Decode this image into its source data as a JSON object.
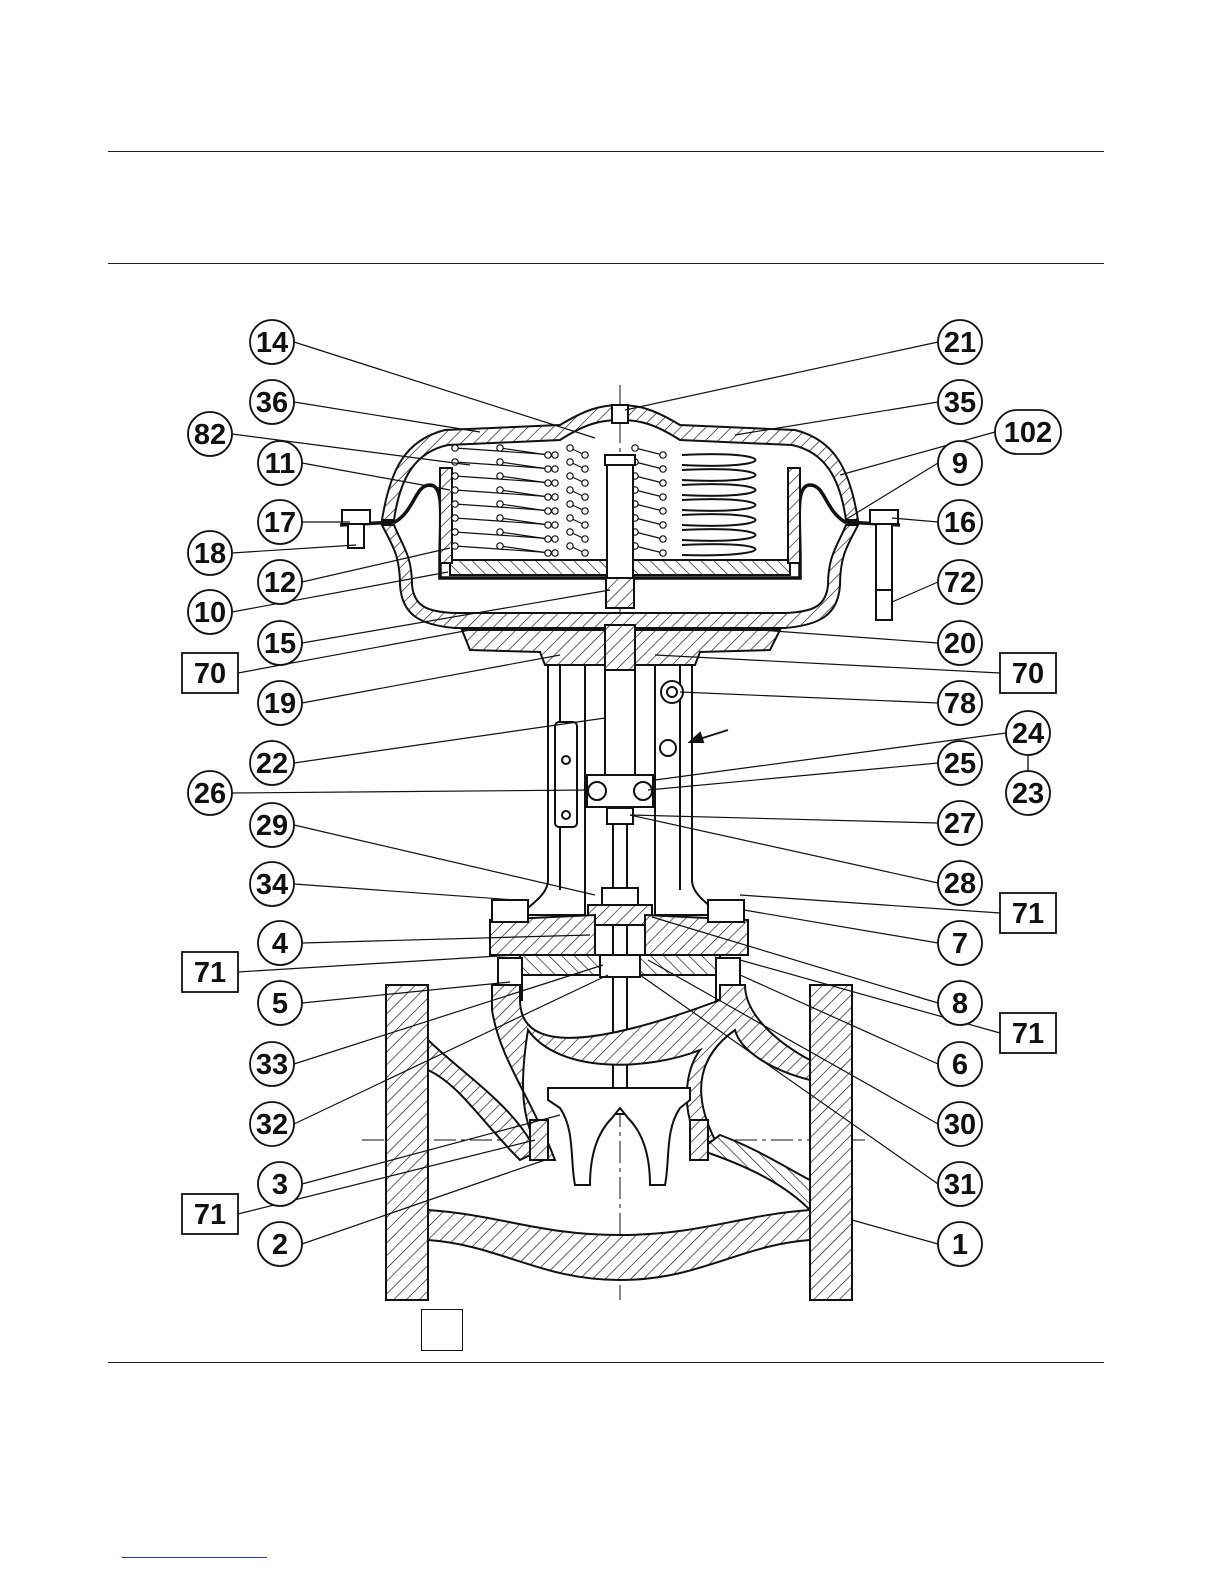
{
  "parts": {
    "left": [
      {
        "label": "14",
        "boxed": false
      },
      {
        "label": "36",
        "boxed": false
      },
      {
        "label": "82",
        "boxed": false
      },
      {
        "label": "11",
        "boxed": false
      },
      {
        "label": "17",
        "boxed": false
      },
      {
        "label": "18",
        "boxed": false
      },
      {
        "label": "12",
        "boxed": false
      },
      {
        "label": "10",
        "boxed": false
      },
      {
        "label": "15",
        "boxed": false
      },
      {
        "label": "70",
        "boxed": true
      },
      {
        "label": "19",
        "boxed": false
      },
      {
        "label": "22",
        "boxed": false
      },
      {
        "label": "26",
        "boxed": false
      },
      {
        "label": "29",
        "boxed": false
      },
      {
        "label": "34",
        "boxed": false
      },
      {
        "label": "4",
        "boxed": false
      },
      {
        "label": "71",
        "boxed": true
      },
      {
        "label": "5",
        "boxed": false
      },
      {
        "label": "33",
        "boxed": false
      },
      {
        "label": "32",
        "boxed": false
      },
      {
        "label": "3",
        "boxed": false
      },
      {
        "label": "71",
        "boxed": true
      },
      {
        "label": "2",
        "boxed": false
      }
    ],
    "right": [
      {
        "label": "21",
        "boxed": false
      },
      {
        "label": "35",
        "boxed": false
      },
      {
        "label": "102",
        "boxed": false
      },
      {
        "label": "9",
        "boxed": false
      },
      {
        "label": "16",
        "boxed": false
      },
      {
        "label": "72",
        "boxed": false
      },
      {
        "label": "20",
        "boxed": false
      },
      {
        "label": "70",
        "boxed": true
      },
      {
        "label": "78",
        "boxed": false
      },
      {
        "label": "24",
        "boxed": false
      },
      {
        "label": "25",
        "boxed": false
      },
      {
        "label": "23",
        "boxed": false
      },
      {
        "label": "27",
        "boxed": false
      },
      {
        "label": "28",
        "boxed": false
      },
      {
        "label": "71",
        "boxed": true
      },
      {
        "label": "7",
        "boxed": false
      },
      {
        "label": "8",
        "boxed": false
      },
      {
        "label": "71",
        "boxed": true
      },
      {
        "label": "6",
        "boxed": false
      },
      {
        "label": "30",
        "boxed": false
      },
      {
        "label": "31",
        "boxed": false
      },
      {
        "label": "1",
        "boxed": false
      }
    ]
  }
}
